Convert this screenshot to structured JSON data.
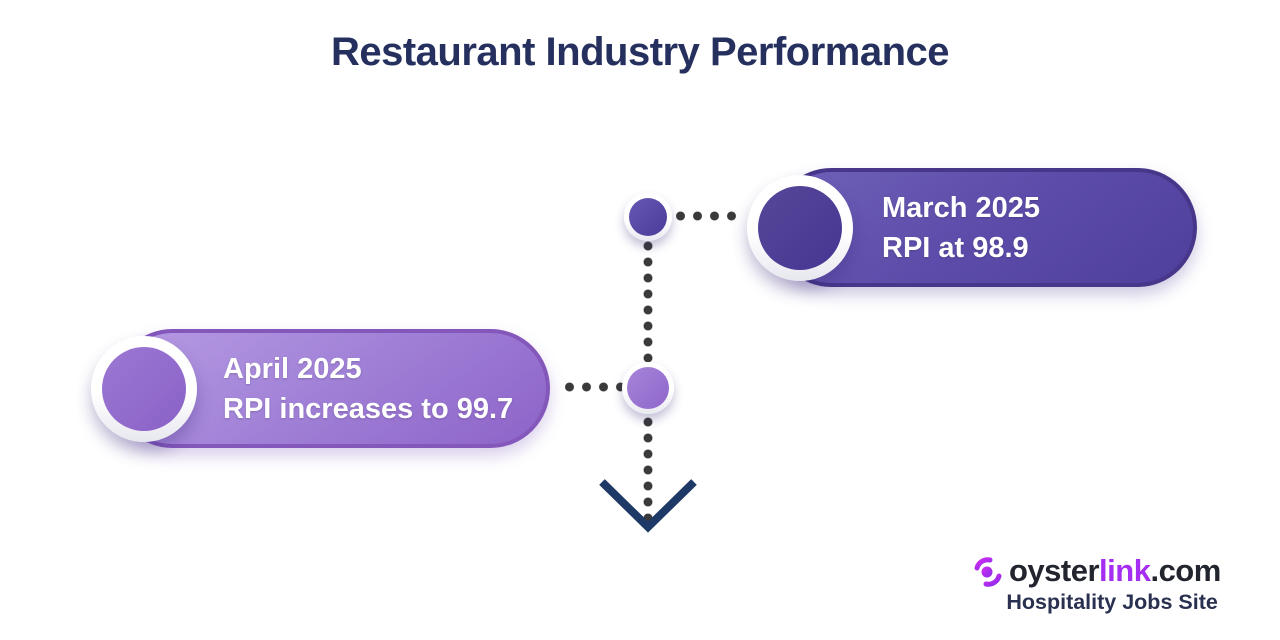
{
  "page": {
    "title": "Restaurant Industry Performance"
  },
  "timeline": {
    "events": [
      {
        "month": "March 2025",
        "detail": "RPI at 98.9",
        "rpi_value": 98.9,
        "side": "right"
      },
      {
        "month": "April 2025",
        "detail": "RPI increases to 99.7",
        "rpi_value": 99.7,
        "side": "left"
      }
    ],
    "direction": "downward-arrow"
  },
  "footer": {
    "brand": {
      "prefix": "oyster",
      "accent": "link",
      "suffix": ".com"
    },
    "tagline": "Hospitality Jobs Site"
  },
  "icons": {
    "arrow": "arrow-down-icon",
    "logo_mark": "oysterlink-pearl-icon"
  },
  "colors": {
    "title_navy": "#25305E",
    "arrow_navy": "#1F3966",
    "dot_gray": "#3A3A3A",
    "march_pill": "#5D4CA9",
    "march_circle": "#4C3C96",
    "april_pill": "#9B77CF",
    "april_circle": "#8F6ACB",
    "brand_dark": "#23252E",
    "brand_purple": "#A62DF2",
    "background": "#FFFFFF"
  }
}
